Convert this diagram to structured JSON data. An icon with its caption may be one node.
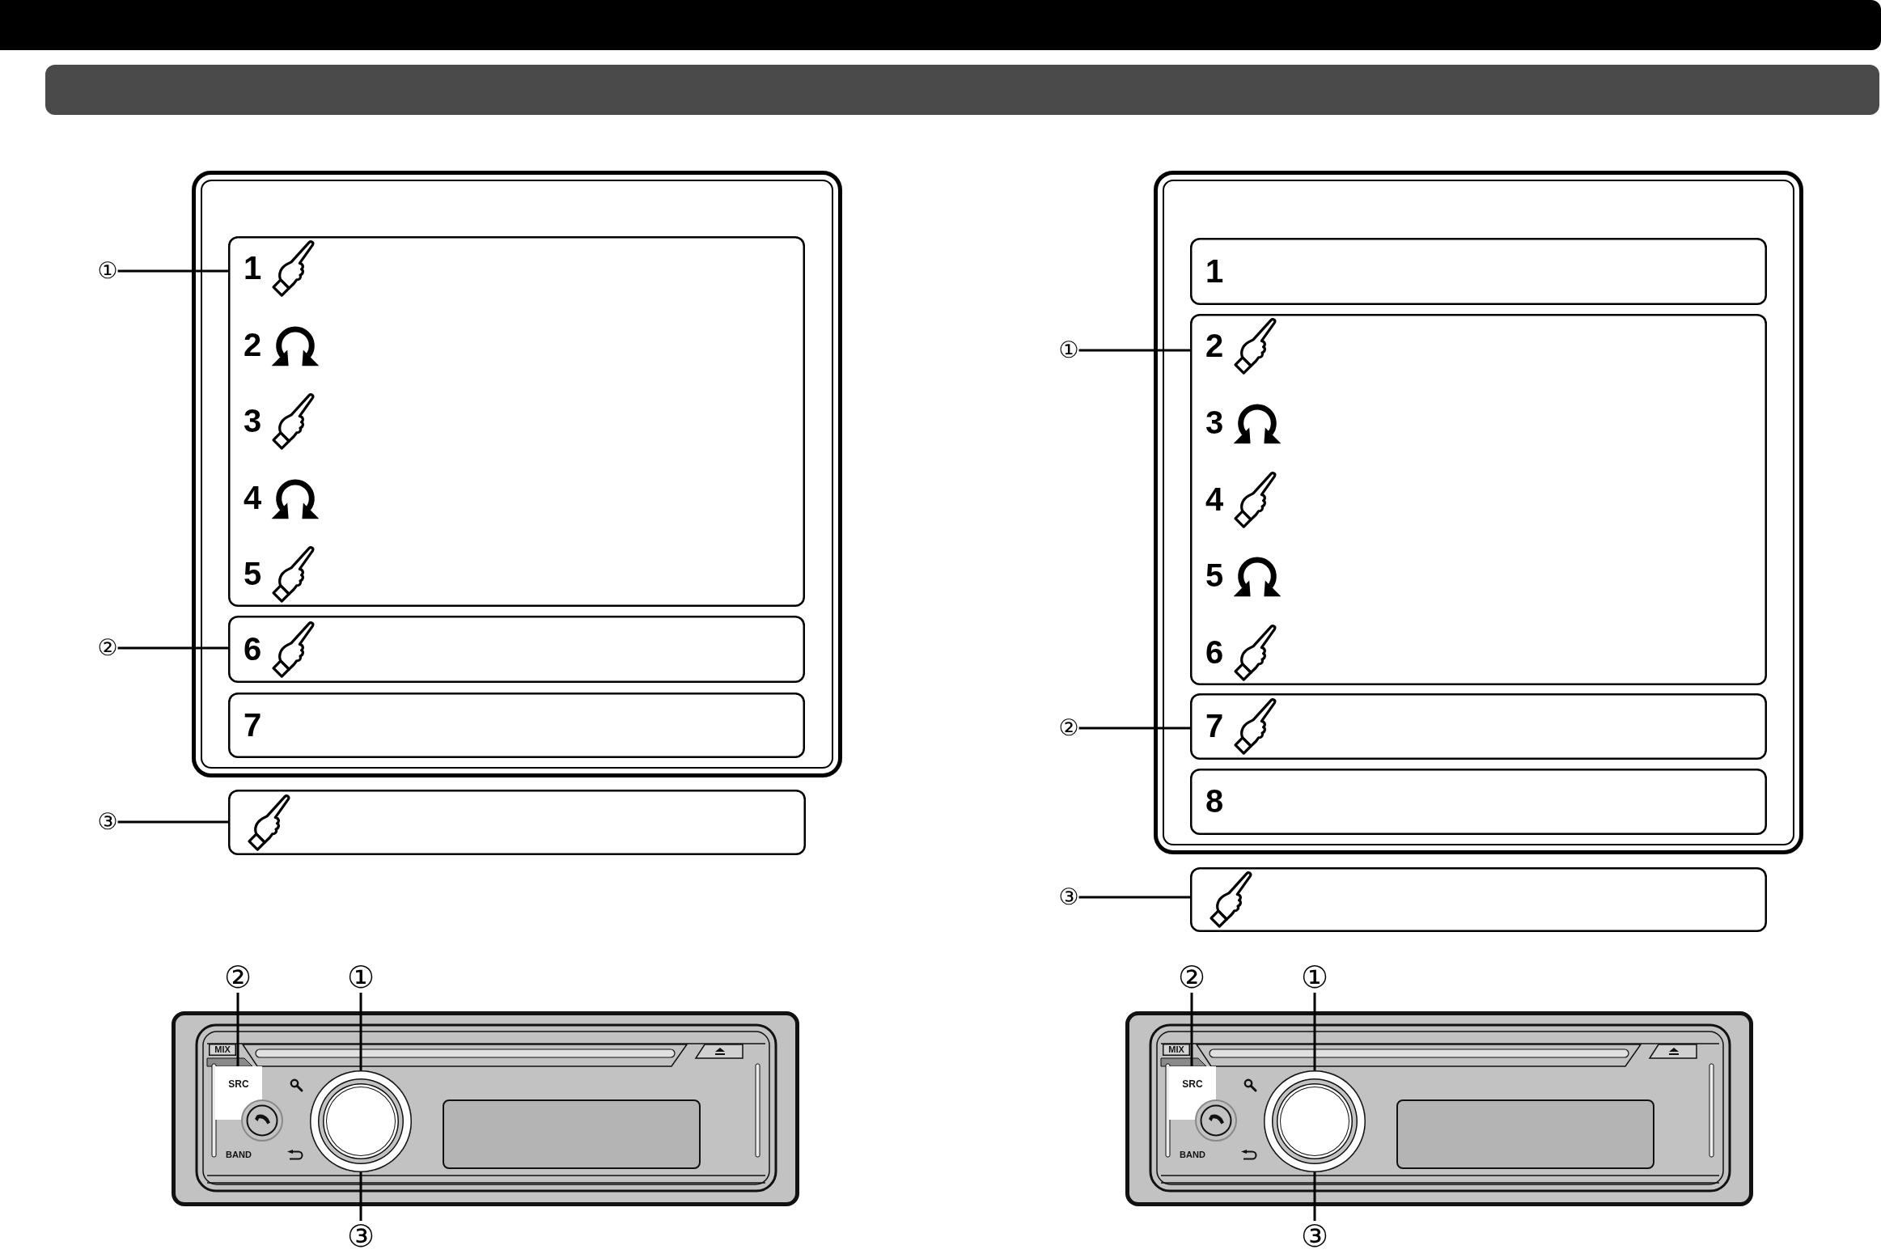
{
  "diagram": {
    "nodes": [
      {
        "text": [],
        "shape": "bar"
      },
      {
        "text": [],
        "shape": "bar"
      },
      {
        "text": [],
        "shape": "box"
      },
      {
        "text": [
          "1",
          "2",
          "3",
          "4",
          "5"
        ],
        "in": 2
      },
      {
        "text": [
          "6"
        ],
        "in": 2
      },
      {
        "text": [
          "7"
        ],
        "in": 2
      },
      {
        "text": [],
        "shape": "box"
      },
      {
        "text": [
          "①"
        ]
      },
      {
        "text": [
          "②"
        ]
      },
      {
        "text": [
          "③"
        ]
      },
      {
        "text": [],
        "shape": "box"
      },
      {
        "text": [
          "1"
        ],
        "in": 10
      },
      {
        "text": [
          "2",
          "3",
          "4",
          "5",
          "6"
        ],
        "in": 10
      },
      {
        "text": [
          "7"
        ],
        "in": 10
      },
      {
        "text": [
          "8"
        ],
        "in": 10
      },
      {
        "text": [],
        "shape": "box"
      },
      {
        "text": [
          "①"
        ]
      },
      {
        "text": [
          "②"
        ]
      },
      {
        "text": [
          "③"
        ]
      },
      {
        "text": [
          "MIX",
          "BAND"
        ]
      },
      {
        "text": [
          "SRC"
        ],
        "in": 19
      },
      {
        "text": [],
        "shape": "circle",
        "in": 19
      },
      {
        "text": [],
        "shape": "box",
        "in": 19
      },
      {
        "text": [
          "②"
        ]
      },
      {
        "text": [
          "①"
        ]
      },
      {
        "text": [
          "③"
        ]
      },
      {
        "text": [
          "MIX",
          "BAND"
        ]
      },
      {
        "text": [
          "SRC"
        ],
        "in": 26
      },
      {
        "text": [],
        "shape": "circle",
        "in": 26
      },
      {
        "text": [],
        "shape": "box",
        "in": 26
      },
      {
        "text": [
          "②"
        ]
      },
      {
        "text": [
          "①"
        ]
      },
      {
        "text": [
          "③"
        ]
      }
    ],
    "edges": [
      {
        "from": 7,
        "to": 3,
        "arrow": "none"
      },
      {
        "from": 8,
        "to": 4,
        "arrow": "none"
      },
      {
        "from": 9,
        "to": 6,
        "arrow": "none"
      },
      {
        "from": 16,
        "to": 12,
        "arrow": "none"
      },
      {
        "from": 17,
        "to": 13,
        "arrow": "none"
      },
      {
        "from": 18,
        "to": 15,
        "arrow": "none"
      },
      {
        "from": 23,
        "to": 20,
        "arrow": "none"
      },
      {
        "from": 24,
        "to": 21,
        "arrow": "none"
      },
      {
        "from": 25,
        "to": 21,
        "arrow": "none"
      },
      {
        "from": 30,
        "to": 27,
        "arrow": "none"
      },
      {
        "from": 31,
        "to": 28,
        "arrow": "none"
      },
      {
        "from": 32,
        "to": 28,
        "arrow": "none"
      }
    ]
  }
}
